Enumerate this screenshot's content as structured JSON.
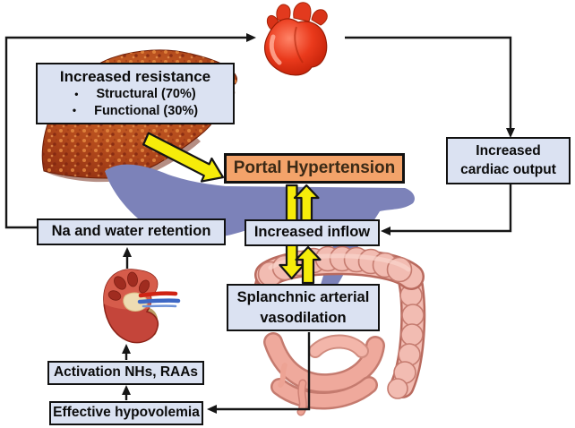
{
  "diagram": {
    "nodes": {
      "increased_resistance": {
        "title": "Increased resistance",
        "bullet_marker": "•",
        "bullets": [
          "Structural (70%)",
          "Functional (30%)"
        ]
      },
      "portal_hypertension": {
        "label": "Portal Hypertension"
      },
      "increased_cardiac_output": {
        "lines": [
          "Increased",
          "cardiac output"
        ]
      },
      "na_water_retention": {
        "label": "Na and water retention"
      },
      "increased_inflow": {
        "label": "Increased inflow"
      },
      "splanchnic_vasodilation": {
        "lines": [
          "Splanchnic arterial",
          "vasodilation"
        ]
      },
      "activation_nhs_raas": {
        "label": "Activation NHs, RAAs"
      },
      "effective_hypovolemia": {
        "label": "Effective hypovolemia"
      }
    },
    "illustrations": [
      "heart",
      "liver",
      "portal-vein-shadow",
      "kidney",
      "intestines"
    ],
    "colors": {
      "background": "#ffffff",
      "node_fill": "#dbe2f2",
      "node_border": "#111111",
      "highlight_node_fill": "#f3a36a",
      "highlight_node_text": "#3b2a16",
      "text": "#0b0b0b",
      "connector": "#161616",
      "yellow_arrow": "#f6ec0a",
      "vein_shadow": "#7c82b9"
    }
  }
}
